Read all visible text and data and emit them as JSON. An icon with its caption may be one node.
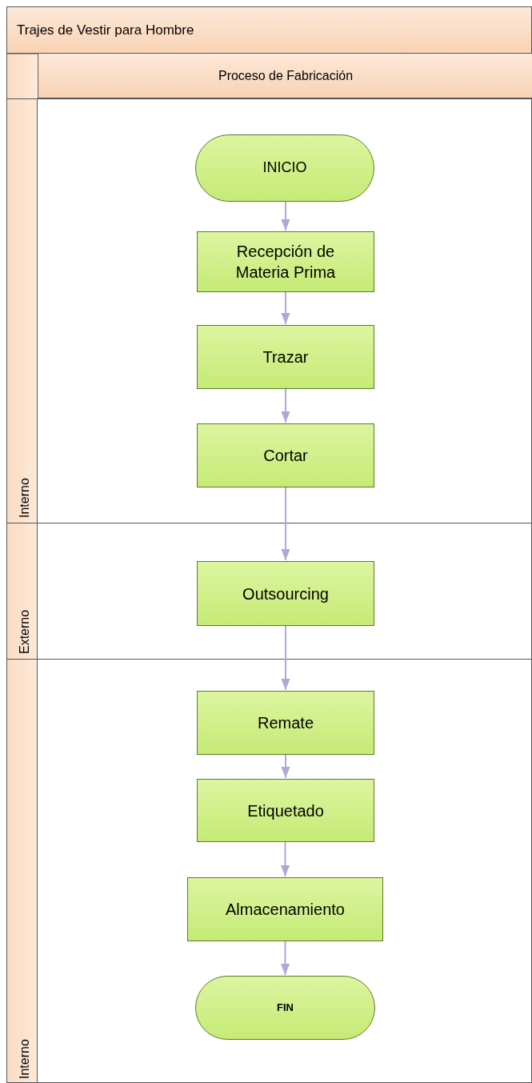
{
  "diagram": {
    "nodes": [
      {
        "text": [
          "Trajes de Vestir para Hombre"
        ]
      },
      {
        "text": [
          "Proceso de Fabricación"
        ],
        "in": 0
      },
      {
        "text": [
          "Interno"
        ],
        "in": 0
      },
      {
        "text": [
          "Externo"
        ],
        "in": 0
      },
      {
        "text": [
          "Interno"
        ],
        "in": 0
      },
      {
        "text": [
          "INICIO"
        ],
        "in": 2
      },
      {
        "text": [
          "Recepción de Materia Prima"
        ],
        "in": 2
      },
      {
        "text": [
          "Trazar"
        ],
        "in": 2
      },
      {
        "text": [
          "Cortar"
        ],
        "in": 2
      },
      {
        "text": [
          "Outsourcing"
        ],
        "in": 3
      },
      {
        "text": [
          "Remate"
        ],
        "in": 4
      },
      {
        "text": [
          "Etiquetado"
        ],
        "in": 4
      },
      {
        "text": [
          "Almacenamiento"
        ],
        "in": 4
      },
      {
        "text": [
          "FIN"
        ],
        "in": 4
      }
    ],
    "edges": [
      {
        "from": 5,
        "to": 6,
        "arrow": "to"
      },
      {
        "from": 6,
        "to": 7,
        "arrow": "to"
      },
      {
        "from": 7,
        "to": 8,
        "arrow": "to"
      },
      {
        "from": 8,
        "to": 9,
        "arrow": "to"
      },
      {
        "from": 9,
        "to": 10,
        "arrow": "to"
      },
      {
        "from": 10,
        "to": 11,
        "arrow": "to"
      },
      {
        "from": 11,
        "to": 12,
        "arrow": "to"
      },
      {
        "from": 12,
        "to": 13,
        "arrow": "to"
      }
    ]
  }
}
